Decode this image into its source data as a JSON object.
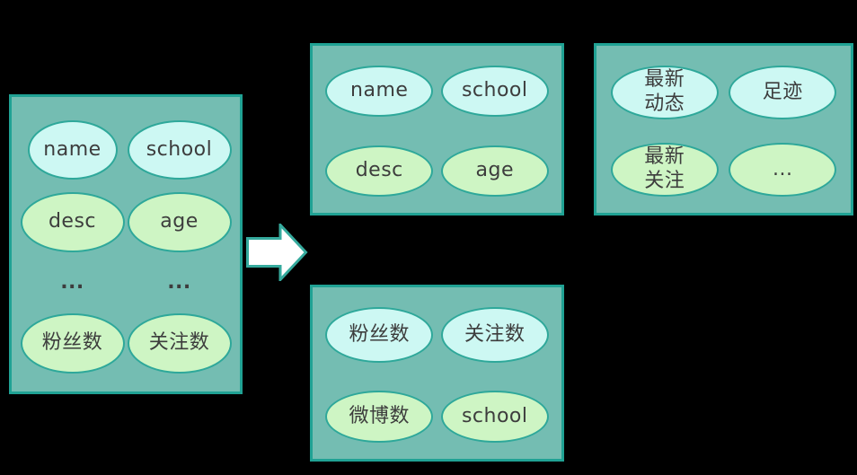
{
  "diagram": {
    "background": "#000000",
    "colors": {
      "box_fill": "#74BDB2",
      "box_border": "#20A294",
      "ellipse_cyan": "#CDF8F3",
      "ellipse_green": "#CEF5C4",
      "ellipse_border": "#2EA89A",
      "text": "#3D3D3D",
      "arrow_fill": "#FFFFFF",
      "arrow_border": "#35AA9D"
    },
    "arrow": {
      "icon": "right-block-arrow"
    },
    "boxes": [
      {
        "id": "source-attributes",
        "items": [
          {
            "label": "name",
            "variant": "cyan"
          },
          {
            "label": "school",
            "variant": "cyan"
          },
          {
            "label": "desc",
            "variant": "green"
          },
          {
            "label": "age",
            "variant": "green"
          },
          {
            "label": "...",
            "variant": "text"
          },
          {
            "label": "...",
            "variant": "text"
          },
          {
            "label": "粉丝数",
            "variant": "green"
          },
          {
            "label": "关注数",
            "variant": "green"
          }
        ]
      },
      {
        "id": "basic-profile",
        "items": [
          {
            "label": "name",
            "variant": "cyan"
          },
          {
            "label": "school",
            "variant": "cyan"
          },
          {
            "label": "desc",
            "variant": "green"
          },
          {
            "label": "age",
            "variant": "green"
          }
        ]
      },
      {
        "id": "activity",
        "items": [
          {
            "label": "最新\n动态",
            "variant": "cyan"
          },
          {
            "label": "足迹",
            "variant": "cyan"
          },
          {
            "label": "最新\n关注",
            "variant": "green"
          },
          {
            "label": "...",
            "variant": "green"
          }
        ]
      },
      {
        "id": "stats",
        "items": [
          {
            "label": "粉丝数",
            "variant": "cyan"
          },
          {
            "label": "关注数",
            "variant": "cyan"
          },
          {
            "label": "微博数",
            "variant": "green"
          },
          {
            "label": "school",
            "variant": "green"
          }
        ]
      }
    ]
  }
}
